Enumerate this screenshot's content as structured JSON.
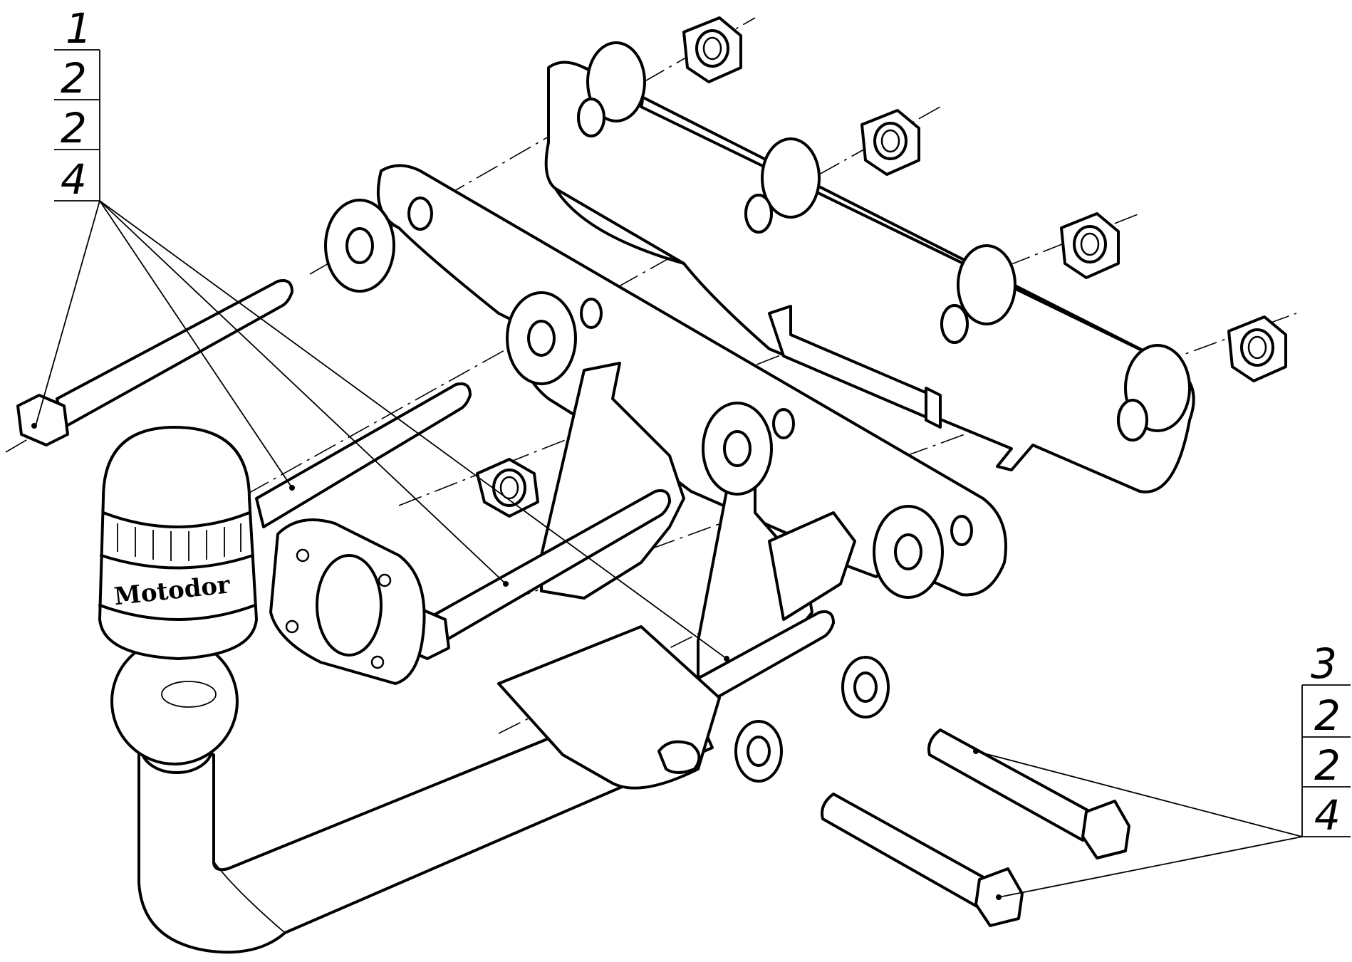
{
  "callouts": {
    "left": {
      "values": [
        "1",
        "2",
        "2",
        "4"
      ]
    },
    "right": {
      "values": [
        "3",
        "2",
        "2",
        "4"
      ]
    }
  },
  "ball_cover": {
    "brand_text": "Motodor"
  },
  "colors": {
    "line": "#000000",
    "background": "#ffffff"
  }
}
